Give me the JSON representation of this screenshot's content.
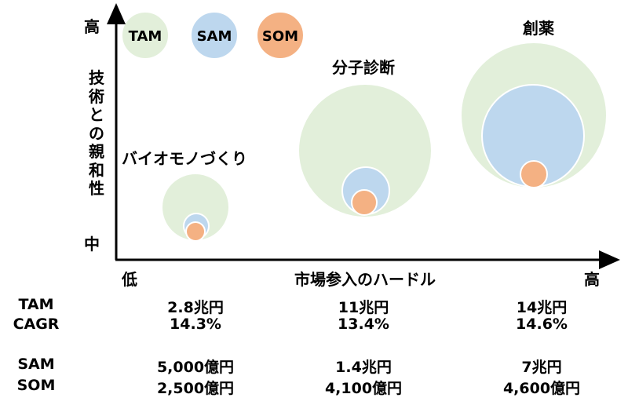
{
  "colors": {
    "tam": "#E2EFDA",
    "sam": "#BDD7EE",
    "som": "#F4B183",
    "axis": "#000000"
  },
  "legend": [
    {
      "key": "tam",
      "label": "TAM"
    },
    {
      "key": "sam",
      "label": "SAM"
    },
    {
      "key": "som",
      "label": "SOM"
    }
  ],
  "y_axis": {
    "high": "高",
    "label": "技術との親和性",
    "mid": "中"
  },
  "x_axis": {
    "low": "低",
    "label": "市場参入のハードル",
    "high": "高"
  },
  "markets": [
    {
      "name": "バイオモノづくり",
      "tam": "2.8兆円",
      "cagr": "14.3%",
      "sam": "5,000億円",
      "som": "2,500億円"
    },
    {
      "name": "分子診断",
      "tam": "11兆円",
      "cagr": "13.4%",
      "sam": "1.4兆円",
      "som": "4,100億円"
    },
    {
      "name": "創薬",
      "tam": "14兆円",
      "cagr": "14.6%",
      "sam": "7兆円",
      "som": "4,600億円"
    }
  ],
  "table_labels": {
    "tam": "TAM",
    "cagr": "CAGR",
    "sam": "SAM",
    "som": "SOM"
  }
}
